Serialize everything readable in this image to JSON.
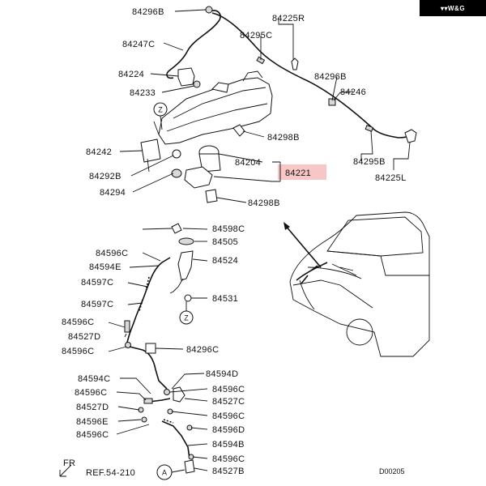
{
  "logo": "W&G",
  "highlight_label": "84221",
  "labels": {
    "84296B_top": "84296B",
    "84247C": "84247C",
    "84224": "84224",
    "84233": "84233",
    "84242": "84242",
    "84292B": "84292B",
    "84294": "84294",
    "84225R": "84225R",
    "84295C": "84295C",
    "84296B_mid": "84296B",
    "84246": "84246",
    "84298B_1": "84298B",
    "84204": "84204",
    "84298B_2": "84298B",
    "84295B": "84295B",
    "84225L": "84225L",
    "84598C": "84598C",
    "84505": "84505",
    "84524": "84524",
    "84531": "84531",
    "84596C_l1": "84596C",
    "84594E": "84594E",
    "84597C_1": "84597C",
    "84597C_2": "84597C",
    "84596C_l2": "84596C",
    "84527D_1": "84527D",
    "84596C_l3": "84596C",
    "84296C": "84296C",
    "84594C": "84594C",
    "84596C_l4": "84596C",
    "84527D_2": "84527D",
    "84596E": "84596E",
    "84596C_l5": "84596C",
    "84594D": "84594D",
    "84596C_r1": "84596C",
    "84527C": "84527C",
    "84596C_r2": "84596C",
    "84596D": "84596D",
    "84594B": "84594B",
    "84596C_r3": "84596C",
    "84527B": "84527B",
    "ref": "REF.54-210",
    "circle_a": "A",
    "circle_z1": "Z",
    "circle_z2": "Z",
    "fr": "FR",
    "diagram_id": "D00205"
  }
}
